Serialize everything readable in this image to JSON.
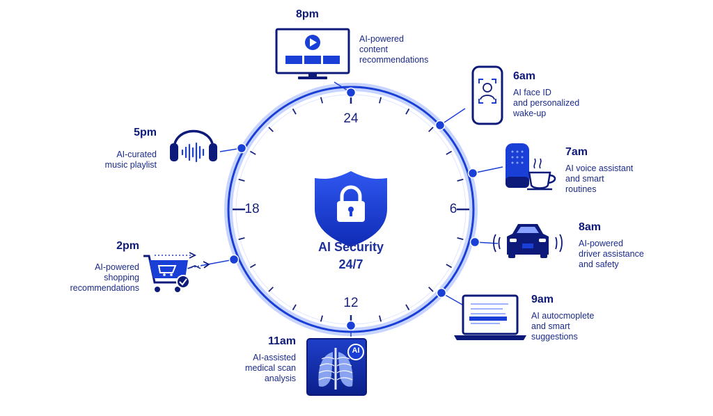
{
  "center": {
    "title": "AI Security",
    "subtitle": "24/7"
  },
  "clock_numbers": {
    "top": "24",
    "right": "6",
    "bottom": "12",
    "left": "18"
  },
  "colors": {
    "primary": "#1a3fd6",
    "dark": "#0d1a7a",
    "light": "#cfd9ff"
  },
  "events": {
    "e8pm": {
      "time": "8pm",
      "desc": "AI-powered\ncontent\nrecommendations",
      "icon": "tv-play-icon"
    },
    "e6am": {
      "time": "6am",
      "desc": "AI face ID\nand personalized\nwake-up",
      "icon": "smartphone-face-id-icon"
    },
    "e7am": {
      "time": "7am",
      "desc": "AI voice assistant\nand smart\nroutines",
      "icon": "smart-speaker-coffee-icon"
    },
    "e8am": {
      "time": "8am",
      "desc": "AI-powered\ndriver assistance\nand safety",
      "icon": "car-icon"
    },
    "e9am": {
      "time": "9am",
      "desc": "AI autocmoplete\nand smart\nsuggestions",
      "icon": "laptop-icon"
    },
    "e11am": {
      "time": "11am",
      "desc": "AI-assisted\nmedical scan\nanalysis",
      "icon": "xray-icon",
      "badge": "AI"
    },
    "e2pm": {
      "time": "2pm",
      "desc": "AI-powered\nshopping\nrecommendations",
      "icon": "shopping-cart-icon"
    },
    "e5pm": {
      "time": "5pm",
      "desc": "AI-curated\nmusic playlist",
      "icon": "headphones-icon"
    }
  }
}
